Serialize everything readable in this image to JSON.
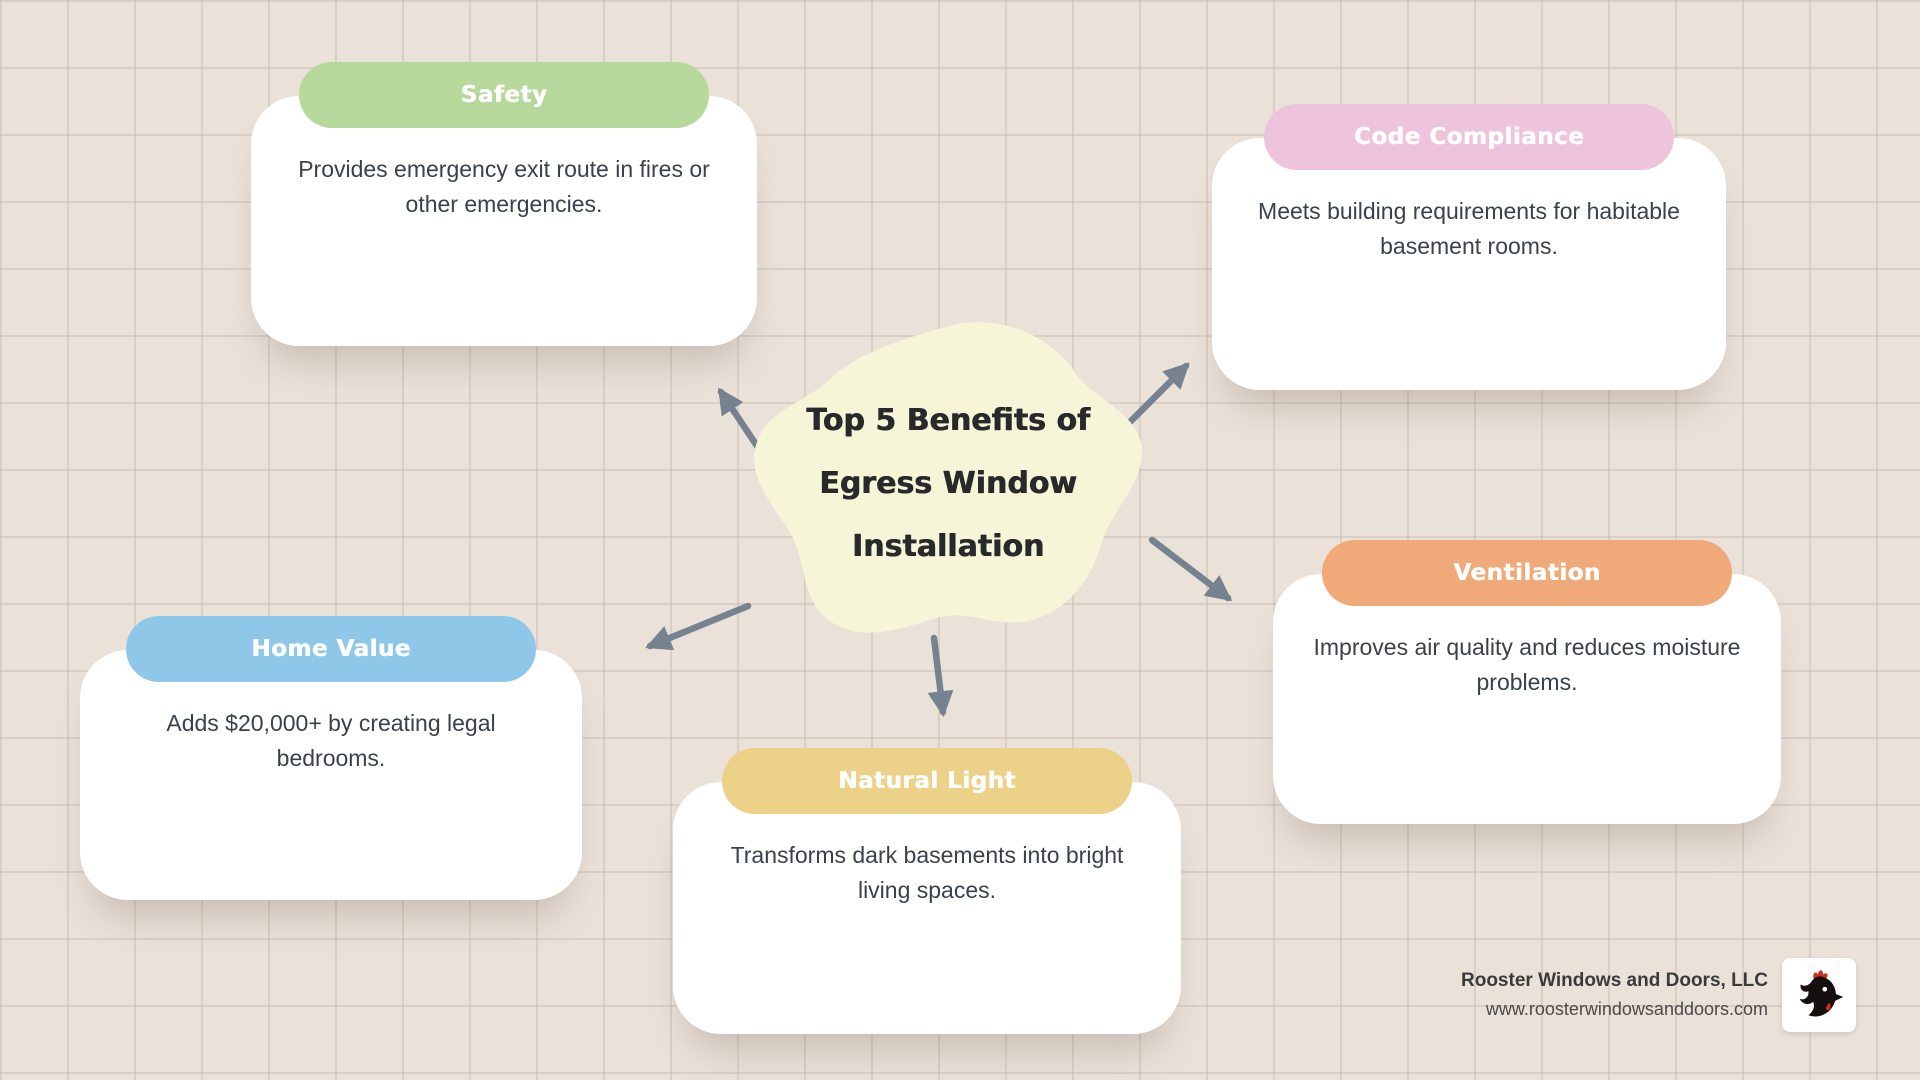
{
  "title": {
    "lines": [
      "Top 5 Benefits of",
      "Egress Window",
      "Installation"
    ]
  },
  "colors": {
    "background": "#eae1d9",
    "blob": "#f6f5d7",
    "arrow": "#76828f"
  },
  "cards": [
    {
      "label": "Safety",
      "color": "#b6d99b",
      "text": "Provides emergency exit route in fires or other emergencies."
    },
    {
      "label": "Code Compliance",
      "color": "#eec3dc",
      "text": "Meets building requirements for habitable basement rooms."
    },
    {
      "label": "Home Value",
      "color": "#8fc7e8",
      "text": "Adds $20,000+ by creating legal bedrooms."
    },
    {
      "label": "Natural Light",
      "color": "#ecd189",
      "text": "Transforms dark basements into bright living spaces."
    },
    {
      "label": "Ventilation",
      "color": "#f0a978",
      "text": "Improves air quality and reduces moisture problems."
    }
  ],
  "footer": {
    "company": "Rooster Windows and Doors, LLC",
    "website": "www.roosterwindowsanddoors.com"
  }
}
